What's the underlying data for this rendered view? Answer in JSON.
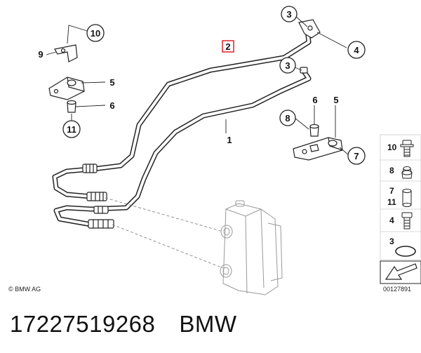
{
  "diagram": {
    "copyright": "© BMW AG",
    "catalog_code": "00127891",
    "highlight_color": "#e0202a",
    "callouts": [
      {
        "id": "c-10",
        "label": "10"
      },
      {
        "id": "c-9",
        "label": "9"
      },
      {
        "id": "c-5a",
        "label": "5"
      },
      {
        "id": "c-6a",
        "label": "6"
      },
      {
        "id": "c-11",
        "label": "11"
      },
      {
        "id": "c-3a",
        "label": "3"
      },
      {
        "id": "c-2",
        "label": "2"
      },
      {
        "id": "c-4",
        "label": "4"
      },
      {
        "id": "c-3b",
        "label": "3"
      },
      {
        "id": "c-6b",
        "label": "6"
      },
      {
        "id": "c-5b",
        "label": "5"
      },
      {
        "id": "c-8",
        "label": "8"
      },
      {
        "id": "c-1",
        "label": "1"
      },
      {
        "id": "c-7",
        "label": "7"
      }
    ],
    "legend": [
      {
        "label": "10"
      },
      {
        "label": "8"
      },
      {
        "label": "7"
      },
      {
        "label": "11"
      },
      {
        "label": "4"
      },
      {
        "label": "3"
      }
    ]
  },
  "footer": {
    "part_number": "17227519268",
    "brand": "BMW"
  }
}
